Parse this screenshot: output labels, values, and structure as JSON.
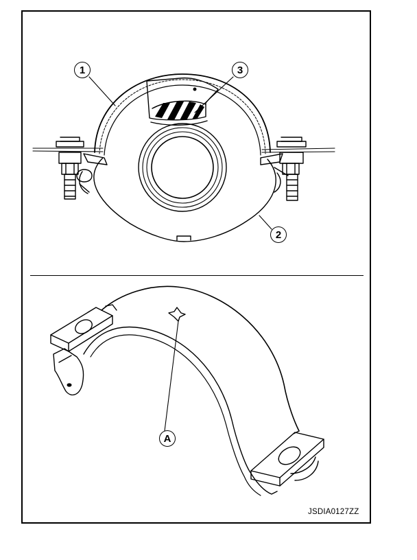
{
  "callouts": {
    "c1": "1",
    "c2": "2",
    "c3": "3",
    "cA": "A"
  },
  "figure_code": "JSDIA0127ZZ",
  "colors": {
    "line": "#000000",
    "background": "#ffffff"
  }
}
